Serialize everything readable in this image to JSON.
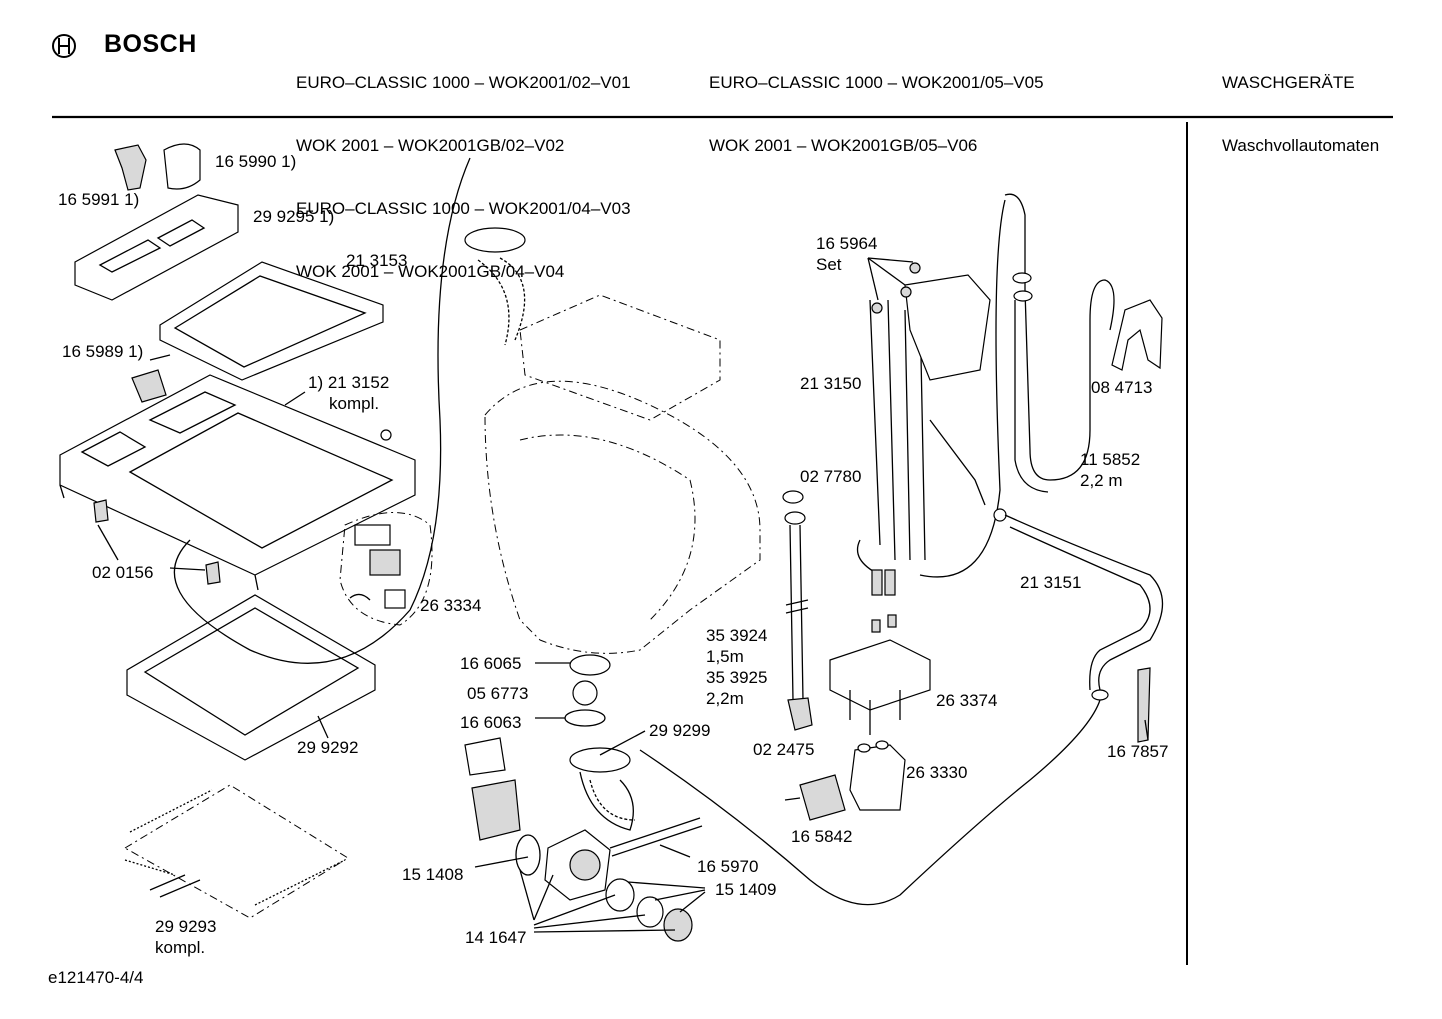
{
  "header": {
    "brand": "BOSCH",
    "models_col1": [
      "EURO–CLASSIC 1000 – WOK2001/02–V01",
      "WOK 2001 – WOK2001GB/02–V02",
      "EURO–CLASSIC 1000 – WOK2001/04–V03",
      "WOK 2001 – WOK2001GB/04–V04"
    ],
    "models_col2": [
      "EURO–CLASSIC 1000 – WOK2001/05–V05",
      "WOK 2001 – WOK2001GB/05–V06"
    ],
    "category": [
      "WASCHGERÄTE",
      "Waschvollautomaten"
    ]
  },
  "footer": {
    "drawing_id": "e121470-4/4"
  },
  "parts": [
    "16 5990 1)",
    "16 5991 1)",
    "29 9295 1)",
    "21 3153",
    "16 5989 1)",
    "1) 21 3152",
    "kompl.",
    "02 0156",
    "26 3334",
    "29 9292",
    "29 9293",
    "kompl.",
    "16 6065",
    "05 6773",
    "16 6063",
    "29 9299",
    "15 1408",
    "14 1647",
    "16 5970",
    "15 1409",
    "16 5964",
    "Set",
    "21 3150",
    "02 7780",
    "35 3924",
    "1,5m",
    "35 3925",
    "2,2m",
    "02 2475",
    "16 5842",
    "26 3374",
    "26 3330",
    "08 4713",
    "11 5852",
    "2,2 m",
    "21 3151",
    "16 7857"
  ]
}
